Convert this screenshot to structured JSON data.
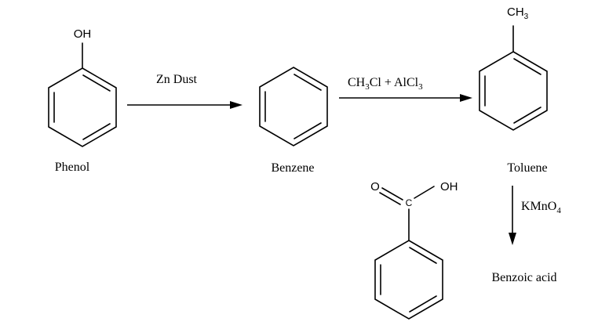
{
  "compounds": {
    "phenol": {
      "name": "Phenol",
      "substituent": "OH"
    },
    "benzene": {
      "name": "Benzene"
    },
    "toluene": {
      "name": "Toluene",
      "substituent": "CH3"
    },
    "benzoic_acid": {
      "name": "Benzoic acid",
      "carbonyl_o": "O",
      "carbon": "C",
      "hydroxyl": "OH"
    }
  },
  "steps": [
    {
      "reagent": "Zn Dust"
    },
    {
      "reagent": "CH3Cl + AlCl3"
    },
    {
      "reagent": "KMnO4"
    }
  ]
}
